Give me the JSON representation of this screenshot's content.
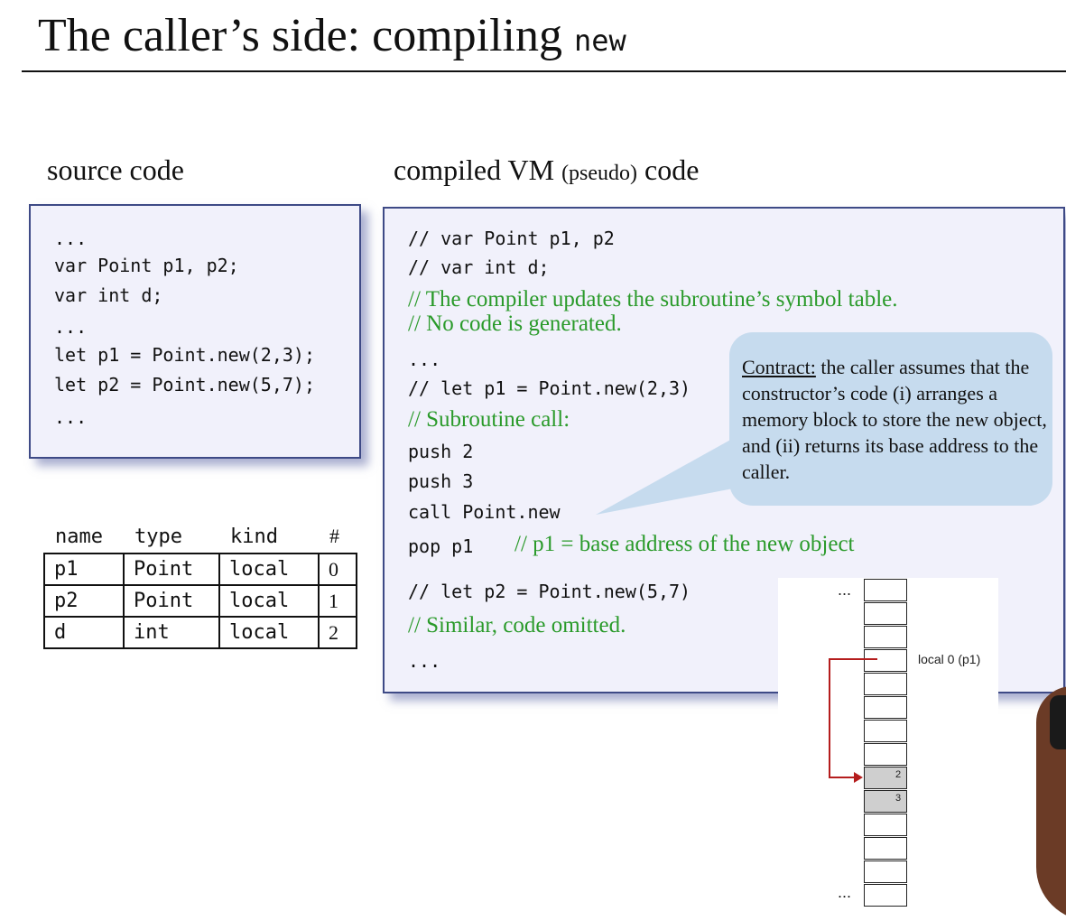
{
  "title": {
    "text": "The caller’s side: compiling ",
    "code": "new"
  },
  "source": {
    "heading": "source code",
    "lines": [
      "...",
      "var Point p1, p2;",
      "var int d;",
      "...",
      "let p1 = Point.new(2,3);",
      "let p2 = Point.new(5,7);",
      "..."
    ]
  },
  "symtable": {
    "headers": [
      "name",
      "type",
      "kind",
      "#"
    ],
    "rows": [
      [
        "p1",
        "Point",
        "local",
        "0"
      ],
      [
        "p2",
        "Point",
        "local",
        "1"
      ],
      [
        "d",
        "int",
        "local",
        "2"
      ]
    ]
  },
  "vm": {
    "heading_main": "compiled VM ",
    "heading_small": "(pseudo)",
    "heading_end": " code",
    "line1": "// var Point p1, p2",
    "line2": "// var int d;",
    "comment1": "// The compiler updates the subroutine’s symbol table.",
    "comment2": "// No code is generated.",
    "dots1": "...",
    "line3": "// let p1 = Point.new(2,3)",
    "comment3": "// Subroutine call:",
    "push2": "push 2",
    "push3": "push 3",
    "call": "call Point.new",
    "pop": "pop p1",
    "comment4": "// p1 = base address of the new object",
    "line4": "// let p2 = Point.new(5,7)",
    "comment5": "// Similar, code omitted.",
    "dots2": "..."
  },
  "bubble": {
    "label": "Contract:",
    "text": " the caller assumes that the constructor’s code (i) arranges a memory block to store the new object, and (ii) returns its base address to the caller."
  },
  "memory": {
    "dots_top": "...",
    "dots_bottom": "...",
    "label": "local 0   (p1)",
    "val1": "2",
    "val2": "3"
  },
  "colors": {
    "comment": "#2a9a2a",
    "panel": "#f1f1fb",
    "bubble": "#c6dbee",
    "arrow": "#b51d1d"
  }
}
